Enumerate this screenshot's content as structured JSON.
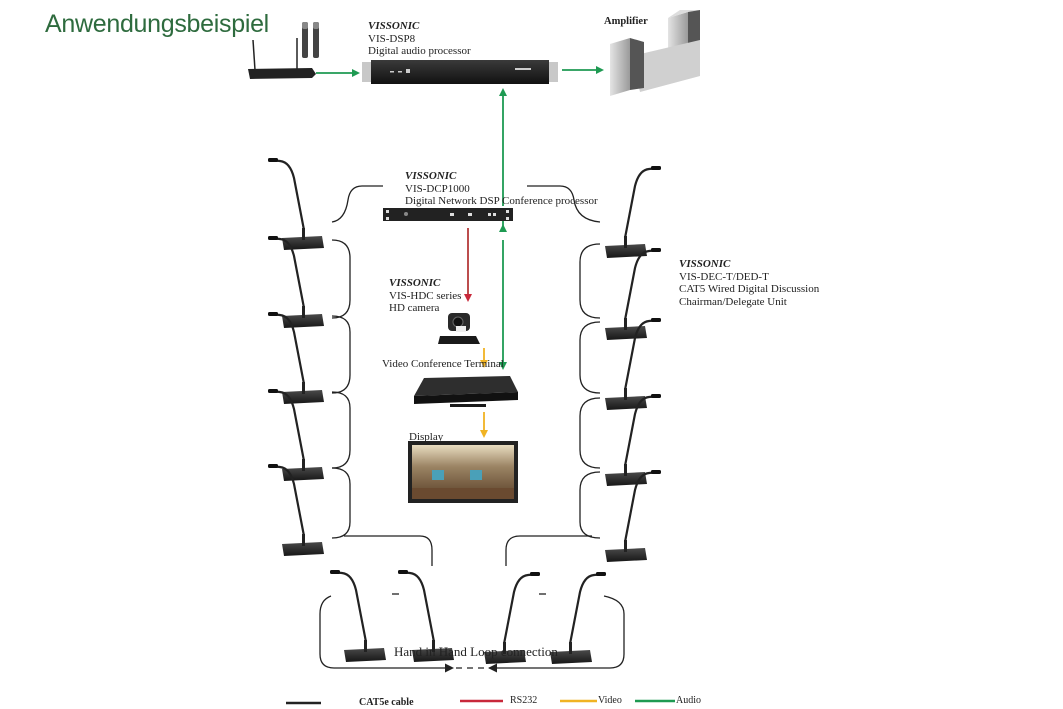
{
  "title": "Anwendungsbeispiel",
  "devices": {
    "dsp8": {
      "brand": "VISSONIC",
      "model": "VIS-DSP8",
      "description": "Digital audio processor"
    },
    "amplifier": {
      "label": "Amplifier"
    },
    "dcp1000": {
      "brand": "VISSONIC",
      "model": "VIS-DCP1000",
      "description": "Digital Network DSP Conference processor"
    },
    "dec": {
      "brand": "VISSONIC",
      "model": "VIS-DEC-T/DED-T",
      "description_1": "CAT5 Wired Digital Discussion",
      "description_2": "Chairman/Delegate Unit"
    },
    "camera": {
      "brand": "VISSONIC",
      "model": "VIS-HDC series",
      "description": "HD camera"
    },
    "vct": {
      "label": "Video Conference Terminal"
    },
    "display": {
      "label": "Display"
    },
    "wireless_mic": {
      "icon": "wireless-microphone-receiver-icon"
    }
  },
  "loop_label": "Hand in Hand Loop connection",
  "legend": [
    {
      "label": "CAT5e cable",
      "color": "#222222"
    },
    {
      "label": "RS232",
      "color": "#c8283a"
    },
    {
      "label": "Video",
      "color": "#f0b323"
    },
    {
      "label": "Audio",
      "color": "#1e9a52"
    }
  ],
  "colors": {
    "title": "#2e6b3e",
    "audio": "#1e9a52",
    "video": "#f0b323",
    "rs232": "#b53a3a",
    "cable": "#222222"
  }
}
